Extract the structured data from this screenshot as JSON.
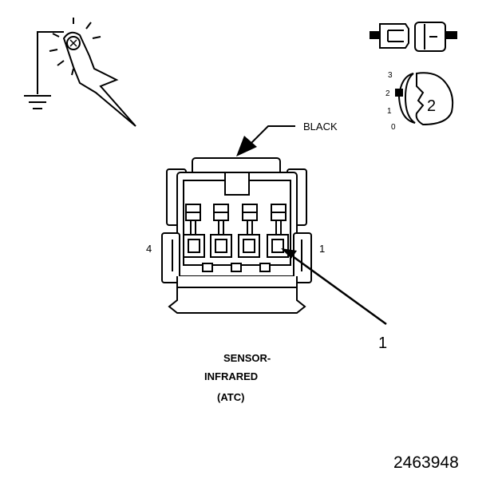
{
  "connector": {
    "color_label": "BLACK",
    "pin_left": "4",
    "pin_right": "1",
    "callout": "1",
    "name_line1": "SENSOR-",
    "name_line2": "INFRARED",
    "name_line3": "(ATC)"
  },
  "diagram_icon": {
    "pos_3": "3",
    "pos_2": "2",
    "pos_1": "1",
    "pos_0": "0",
    "step": "2"
  },
  "figure_number": "2463948",
  "colors": {
    "ink": "#000000",
    "paper": "#ffffff"
  }
}
